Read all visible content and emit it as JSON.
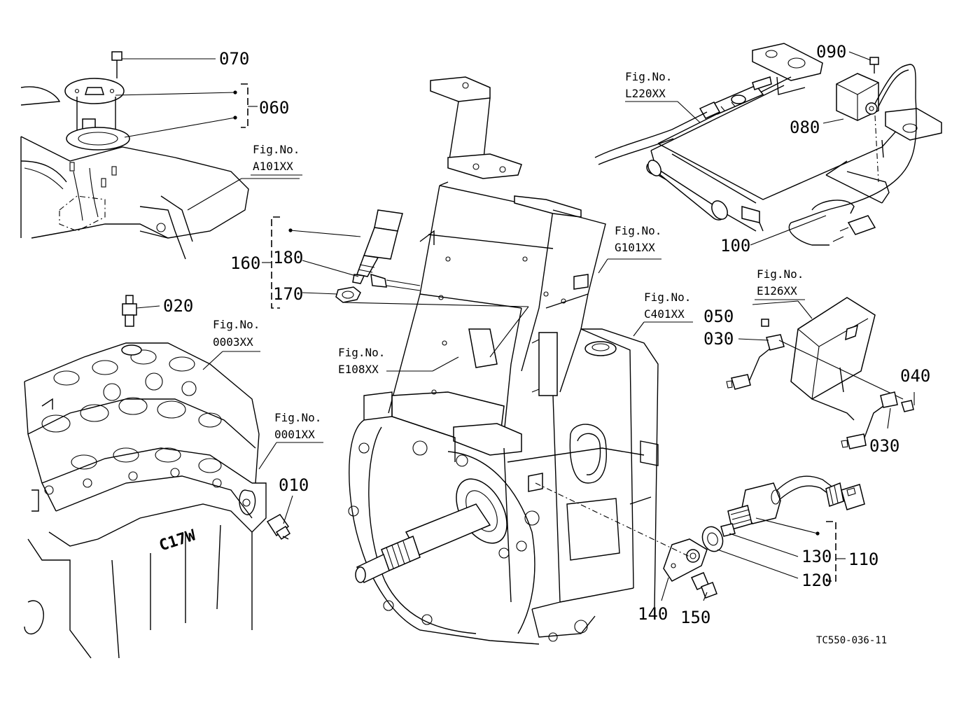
{
  "diagram": {
    "part_numbers": {
      "p070": "070",
      "p060": "060",
      "p020": "020",
      "p160": "160",
      "p180": "180",
      "p170": "170",
      "p010": "010",
      "p090": "090",
      "p080": "080",
      "p100": "100",
      "p050": "050",
      "p030a": "030",
      "p040": "040",
      "p030b": "030",
      "p130": "130",
      "p110": "110",
      "p120": "120",
      "p140": "140",
      "p150": "150"
    },
    "figure_refs": {
      "prefix": "Fig.No.",
      "a101": "A101XX",
      "l220": "L220XX",
      "g101": "G101XX",
      "c401": "C401XX",
      "e126": "E126XX",
      "e108": "E108XX",
      "f0003": "0003XX",
      "f0001": "0001XX"
    },
    "engine_marking": "C17W",
    "drawing_code": "TC550-036-11"
  }
}
